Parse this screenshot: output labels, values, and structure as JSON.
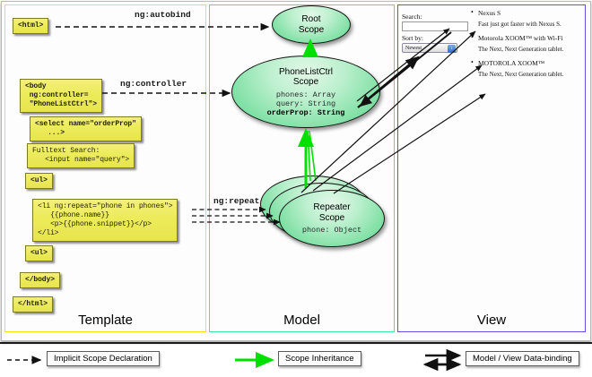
{
  "columns": [
    {
      "id": "template",
      "title": "Template",
      "border_color": "#f2e600"
    },
    {
      "id": "model",
      "title": "Model",
      "border_color": "#3fe8a0"
    },
    {
      "id": "view",
      "title": "View",
      "border_color": "#6a4fe0"
    }
  ],
  "template": {
    "boxes": [
      {
        "name": "html-open-tag",
        "text": "<html>"
      },
      {
        "name": "body-controller-tag",
        "text": "<body\n ng:controller=\n \"PhoneListCtrl\">"
      },
      {
        "name": "select-orderprop-tag",
        "text": "<select name=\"orderProp\"\n   ...>"
      },
      {
        "name": "fulltext-search-input",
        "text": "Fulltext Search:\n   <input name=\"query\">"
      },
      {
        "name": "ul-open-tag",
        "text": "<ul>"
      },
      {
        "name": "li-ngrepeat-block",
        "text": "<li ng:repeat=\"phone in phones\">\n   {{phone.name}}\n   <p>{{phone.snippet}}</p>\n</li>"
      },
      {
        "name": "ul-close-tag",
        "text": "<ul>"
      },
      {
        "name": "body-close-tag",
        "text": "</body>"
      },
      {
        "name": "html-close-tag",
        "text": "</html>"
      }
    ]
  },
  "model": {
    "scopes": [
      {
        "name": "root-scope",
        "title": "Root\nScope",
        "props": []
      },
      {
        "name": "phonelistctrl-scope",
        "title": "PhoneListCtrl\nScope",
        "props": [
          {
            "text": "phones: Array",
            "bold": false
          },
          {
            "text": "query: String",
            "bold": false
          },
          {
            "text": "orderProp: String",
            "bold": true
          }
        ]
      },
      {
        "name": "repeater-scope",
        "title": "Repeater\nScope",
        "props": [
          {
            "text": "phone: Object",
            "bold": false
          }
        ]
      }
    ]
  },
  "connector_labels": [
    {
      "name": "ng-autobind-label",
      "text": "ng:autobind"
    },
    {
      "name": "ng-controller-label",
      "text": "ng:controller"
    },
    {
      "name": "ng-repeat-label",
      "text": "ng:repeat"
    }
  ],
  "view": {
    "search_label": "Search:",
    "search_value": "",
    "sortby_label": "Sort by:",
    "sortby_selected": "Newest",
    "sortby_options": [
      "Newest"
    ],
    "phones": [
      {
        "name": "Nexus S",
        "snippet": "Fast just got faster with Nexus S."
      },
      {
        "name": "Motorola XOOM™ with Wi-Fi",
        "snippet": "The Next, Next Generation tablet."
      },
      {
        "name": "MOTOROLA XOOM™",
        "snippet": "The Next, Next Generation tablet."
      }
    ]
  },
  "legend": [
    {
      "name": "legend-implicit-scope-declaration",
      "label": "Implicit Scope Declaration",
      "style": "dashed-black"
    },
    {
      "name": "legend-scope-inheritance",
      "label": "Scope Inheritance",
      "style": "solid-green",
      "color": "#00e000"
    },
    {
      "name": "legend-data-binding",
      "label": "Model / View Data-binding",
      "style": "double-black"
    }
  ]
}
